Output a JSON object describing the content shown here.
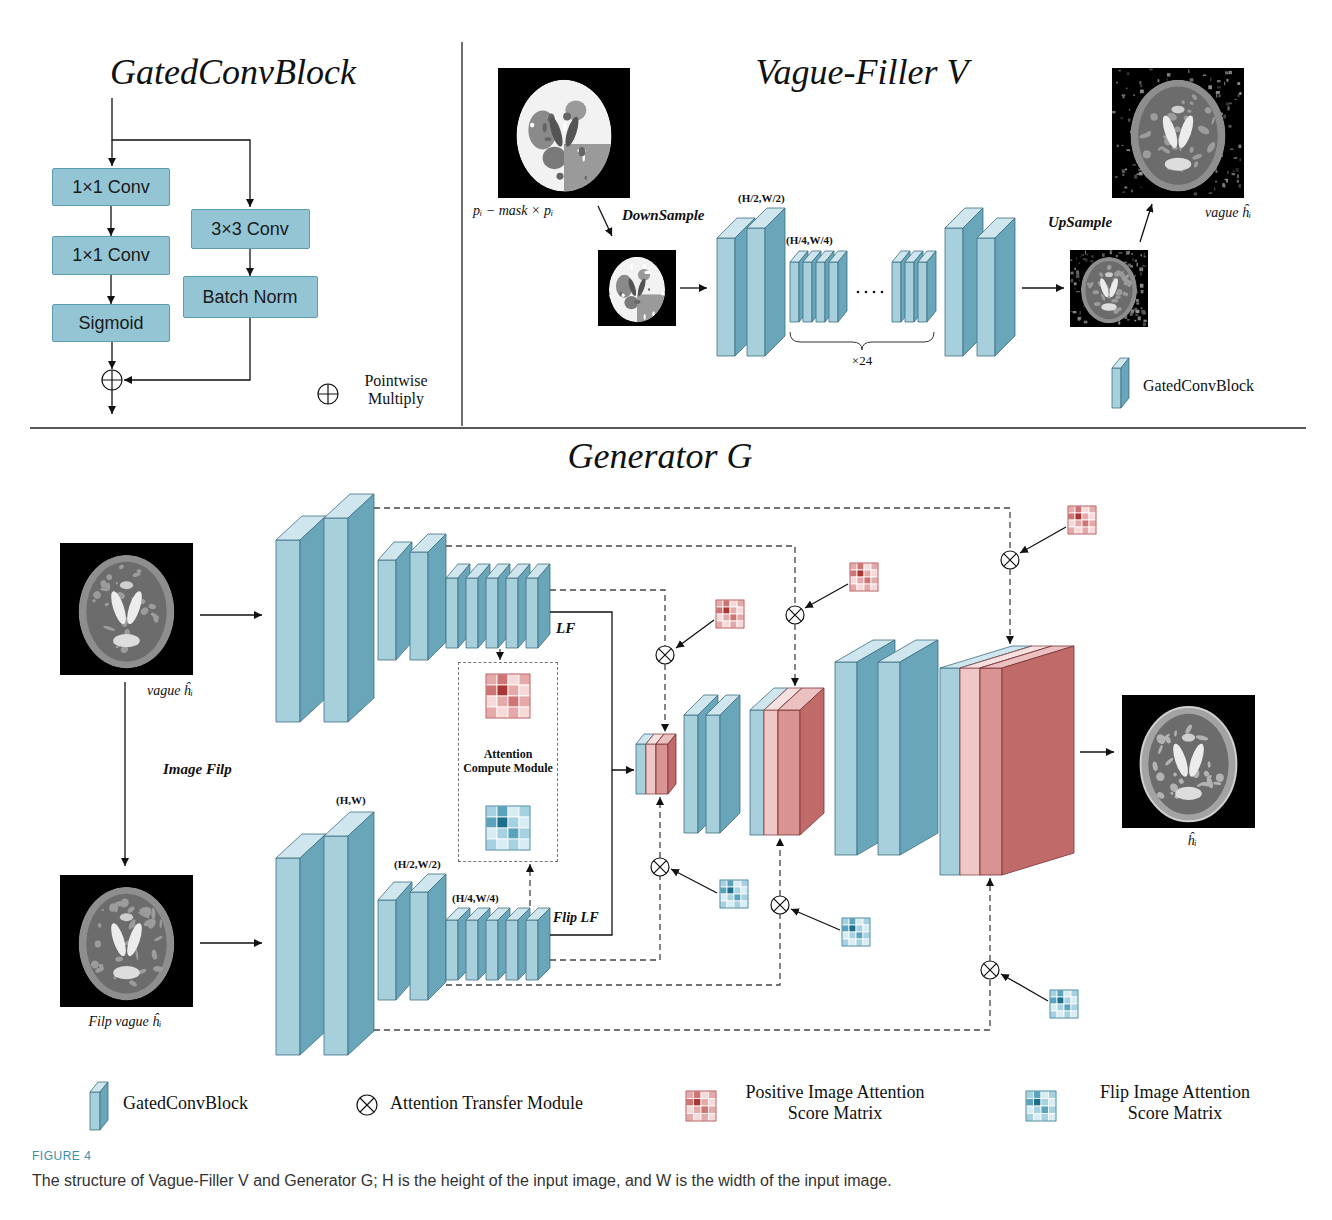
{
  "diagram": {
    "caption": "The structure of Vague-Filler V and Generator G; H is the height of the input image, and W is the width of the input image.",
    "nodes": [
      {
        "text": [
          "1×1 Conv"
        ]
      },
      {
        "text": [
          "1×1 Conv"
        ]
      },
      {
        "text": [
          "Sigmoid"
        ]
      },
      {
        "text": [
          "3×3 Conv"
        ]
      },
      {
        "text": [
          "Batch Norm"
        ]
      },
      {
        "text": [
          "Attention Compute Module"
        ]
      }
    ],
    "edges": [
      {
        "from": 0,
        "to": 1,
        "arrow": "to"
      },
      {
        "from": 1,
        "to": 2,
        "arrow": "to"
      },
      {
        "from": 3,
        "to": 4,
        "arrow": "to"
      }
    ],
    "labels": [
      "GatedConvBlock",
      "Vague-Filler V",
      "pᵢ − mask × pᵢ",
      "DownSample",
      "(H/2,W/2)",
      "(H/4,W/4)",
      "×24",
      "UpSample",
      "vague ĥᵢ",
      "Generator G",
      "vague ĥᵢ",
      "Image Filp",
      "Filp vague ĥᵢ",
      "LF",
      "Flip LF",
      "(H,W)",
      "(H/2,W/2)",
      "(H/4,W/4)",
      "ĥᵢ",
      "FIGURE 4"
    ],
    "legend": [
      {
        "text": "Pointwise Multiply"
      },
      {
        "text": "GatedConvBlock"
      },
      {
        "text": "GatedConvBlock"
      },
      {
        "text": "Attention Transfer Module"
      },
      {
        "text": "Positive Image Attention Score Matrix"
      },
      {
        "text": "Flip Image Attention Score Matrix"
      }
    ]
  }
}
